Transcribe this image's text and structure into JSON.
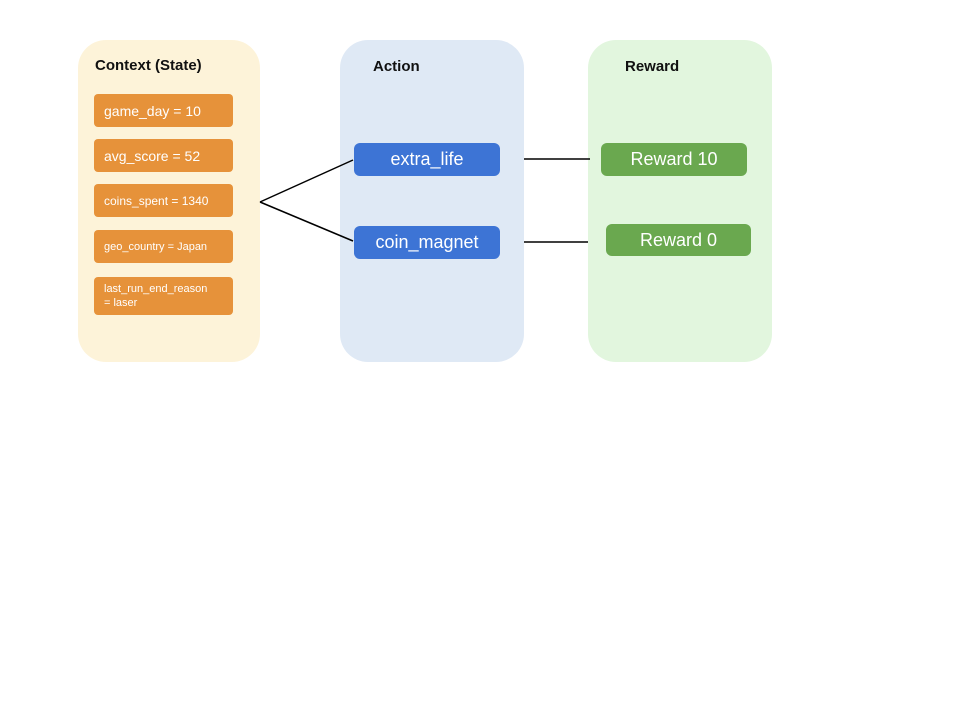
{
  "diagram": {
    "panels": {
      "context": {
        "title": "Context (State)",
        "items": [
          "game_day = 10",
          "avg_score = 52",
          "coins_spent = 1340",
          "geo_country = Japan",
          "last_run_end_reason = laser"
        ]
      },
      "action": {
        "title": "Action",
        "items": [
          "extra_life",
          "coin_magnet"
        ]
      },
      "reward": {
        "title": "Reward",
        "items": [
          "Reward 10",
          "Reward 0"
        ]
      }
    },
    "connections": [
      "context -> extra_life",
      "context -> coin_magnet",
      "extra_life -> Reward 10",
      "coin_magnet -> Reward 0"
    ]
  },
  "colors": {
    "page_background": "#ffffff",
    "context_panel_bg": "#fdf3d9",
    "context_chip_bg": "#e6923a",
    "action_panel_bg": "#dfe9f5",
    "action_chip_bg": "#3d74d5",
    "reward_panel_bg": "#e2f6de",
    "reward_chip_bg": "#6aa84f",
    "chip_text": "#ffffff",
    "title_text": "#111111",
    "connector_line": "#000000"
  }
}
